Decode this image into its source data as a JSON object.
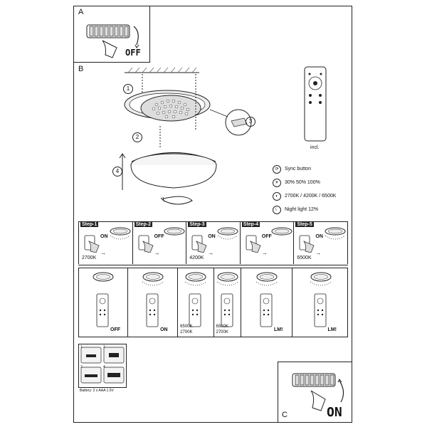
{
  "sectionA": {
    "letter": "A",
    "off_label": "OFF"
  },
  "sectionB": {
    "letter": "B",
    "callouts": [
      "1",
      "2",
      "3",
      "4"
    ],
    "remote_caption": "incl.",
    "legend": [
      {
        "icon": "sync-icon",
        "text": "Sync button"
      },
      {
        "icon": "brightness-icon",
        "text": "30%  50%  100%"
      },
      {
        "icon": "color-temperature-icon",
        "text": "2700K / 4200K / 6500K"
      },
      {
        "icon": "night-light-icon",
        "text": "Night light  12%"
      }
    ]
  },
  "steps": [
    {
      "title": "Step-1",
      "switch": "ON",
      "temp": "2700K"
    },
    {
      "title": "Step-2",
      "switch": "OFF",
      "temp": ""
    },
    {
      "title": "Step-3",
      "switch": "ON",
      "temp": "4200K"
    },
    {
      "title": "Step-4",
      "switch": "OFF",
      "temp": ""
    },
    {
      "title": "Step-5",
      "switch": "ON",
      "temp": "6500K"
    }
  ],
  "remote_ops": [
    {
      "label": "OFF"
    },
    {
      "label": "ON"
    },
    {
      "label_top": "6500K",
      "label_bottom": "2700K"
    },
    {
      "label_top": "6500K",
      "label_bottom": "2700K"
    },
    {
      "label": "LM!"
    },
    {
      "label": "LM!"
    }
  ],
  "battery": {
    "text": "Battery: 2 x AAA 1.5V",
    "steps": [
      "1",
      "2",
      "3",
      "4"
    ]
  },
  "sectionC": {
    "letter": "C",
    "on_label": "ON"
  }
}
